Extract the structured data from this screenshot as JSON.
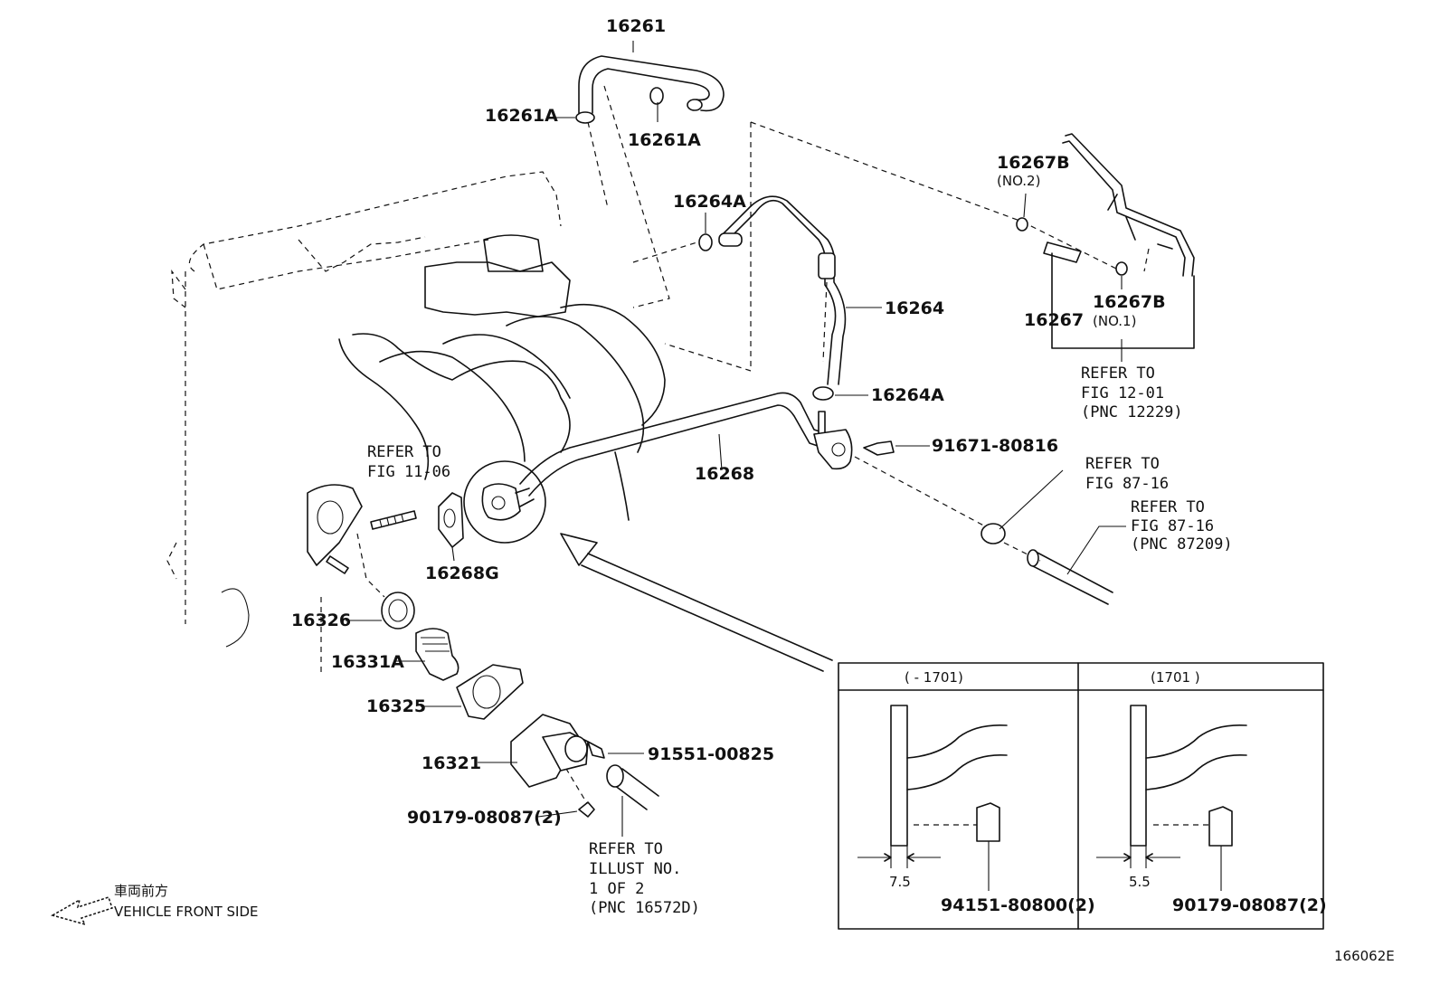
{
  "labels": {
    "p16261": "16261",
    "p16261A_left": "16261A",
    "p16261A_right": "16261A",
    "p16264A_top": "16264A",
    "p16264": "16264",
    "p16264A_bottom": "16264A",
    "p16267B_no2": "16267B",
    "no2": "(NO.2)",
    "p16267B_no1": "16267B",
    "no1": "(NO.1)",
    "p16267": "16267",
    "p91671": "91671-80816",
    "p16268": "16268",
    "p16268G": "16268G",
    "p16326": "16326",
    "p16331A": "16331A",
    "p16325": "16325",
    "p16321": "16321",
    "p91551": "91551-00825",
    "p90179_main": "90179-08087(2)",
    "p94151": "94151-80800(2)",
    "p90179_inset": "90179-08087(2)",
    "diagram_id": "166062E"
  },
  "references": {
    "fig1106": [
      "REFER TO",
      "FIG 11-06"
    ],
    "fig1201": [
      "REFER TO",
      "FIG 12-01",
      "(PNC 12229)"
    ],
    "fig8716a": [
      "REFER TO",
      "FIG 87-16"
    ],
    "fig8716b": [
      "REFER TO",
      "FIG 87-16",
      "(PNC 87209)"
    ],
    "illust": [
      "REFER TO",
      "ILLUST NO.",
      "1 OF 2",
      "(PNC 16572D)"
    ]
  },
  "inset": {
    "left_header": "(      - 1701)",
    "right_header": "(1701      )",
    "left_dimension": "7.5",
    "right_dimension": "5.5"
  },
  "direction": {
    "jp": "車両前方",
    "en": "VEHICLE FRONT SIDE"
  }
}
